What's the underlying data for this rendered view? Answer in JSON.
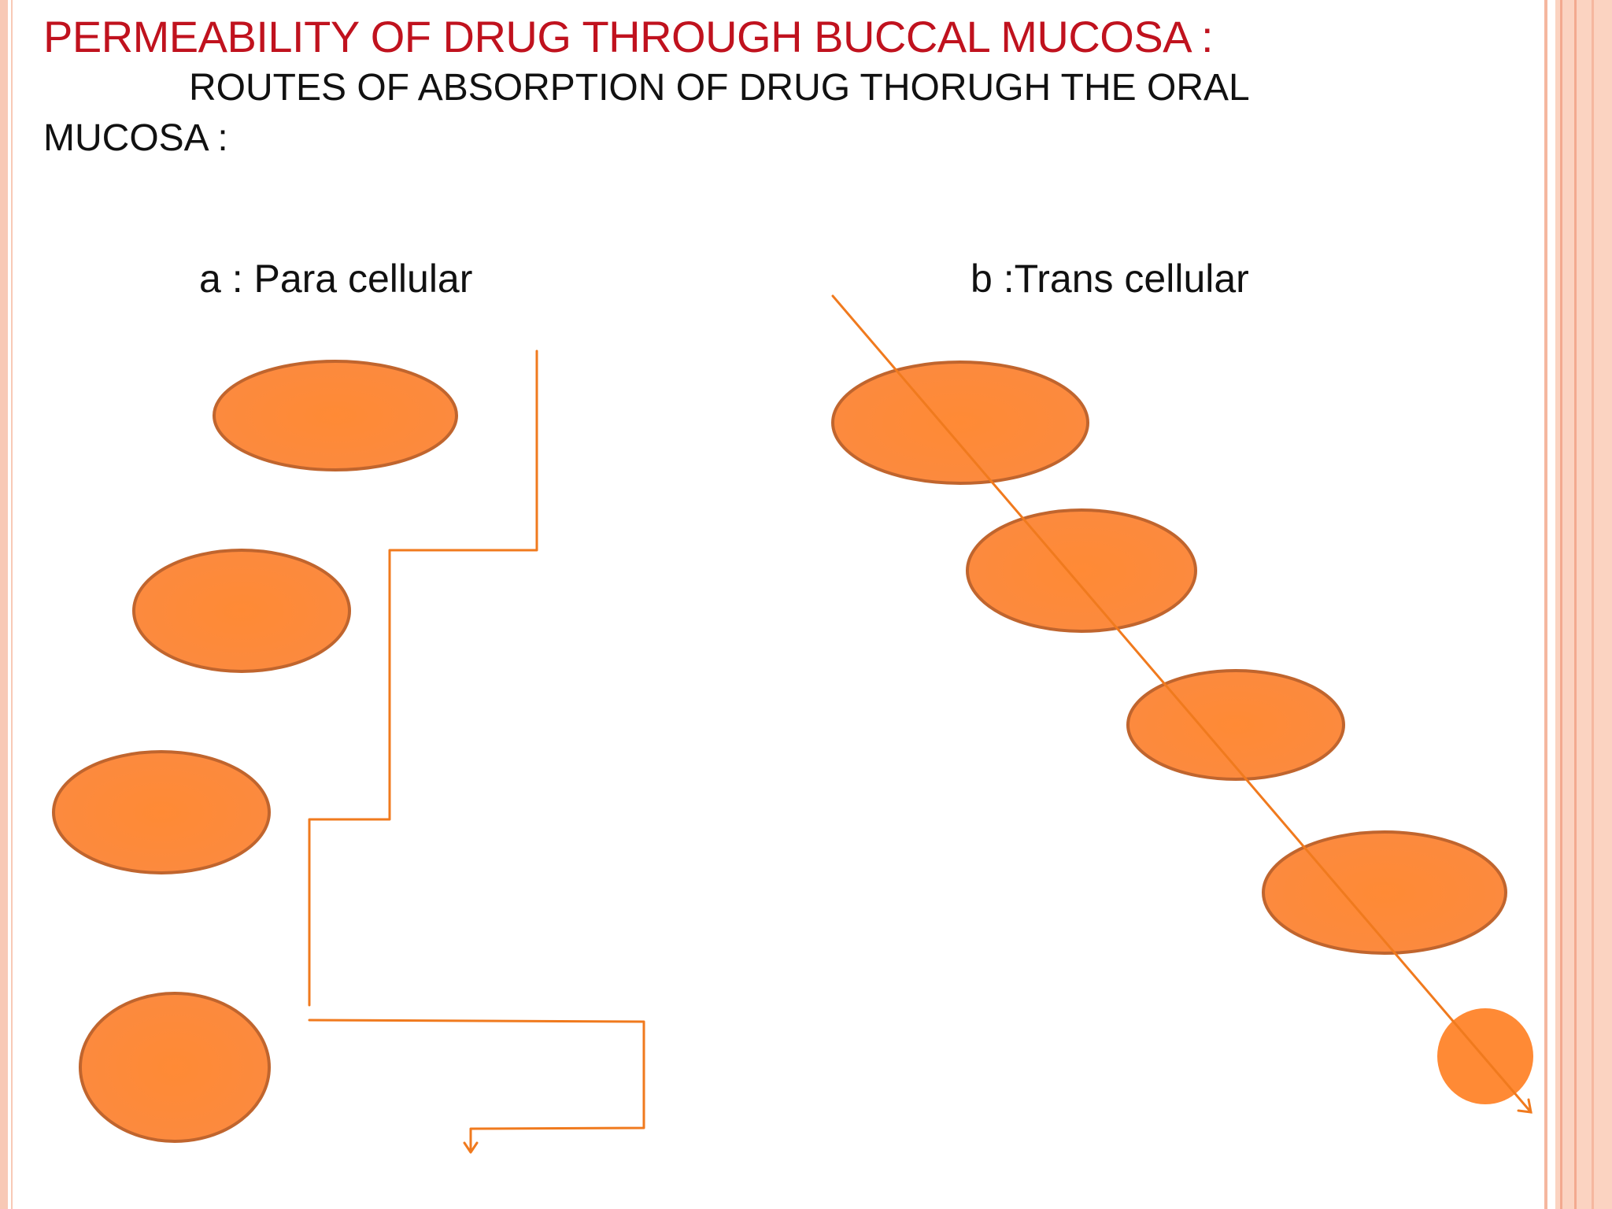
{
  "slide": {
    "title": "PERMEABILITY OF DRUG THROUGH BUCCAL MUCOSA :",
    "subtitle_line1": "ROUTES OF ABSORPTION  OF DRUG THORUGH THE ORAL",
    "subtitle_line2": "MUCOSA  :"
  },
  "routes": {
    "a_label": "a : Para cellular",
    "b_label": "b :Trans cellular"
  },
  "colors": {
    "title": "#c0121e",
    "cell_fill": "#ff8c3a",
    "cell_stroke": "#c0652e",
    "path_line": "#f07a1e",
    "border": "#f8c9b6"
  }
}
